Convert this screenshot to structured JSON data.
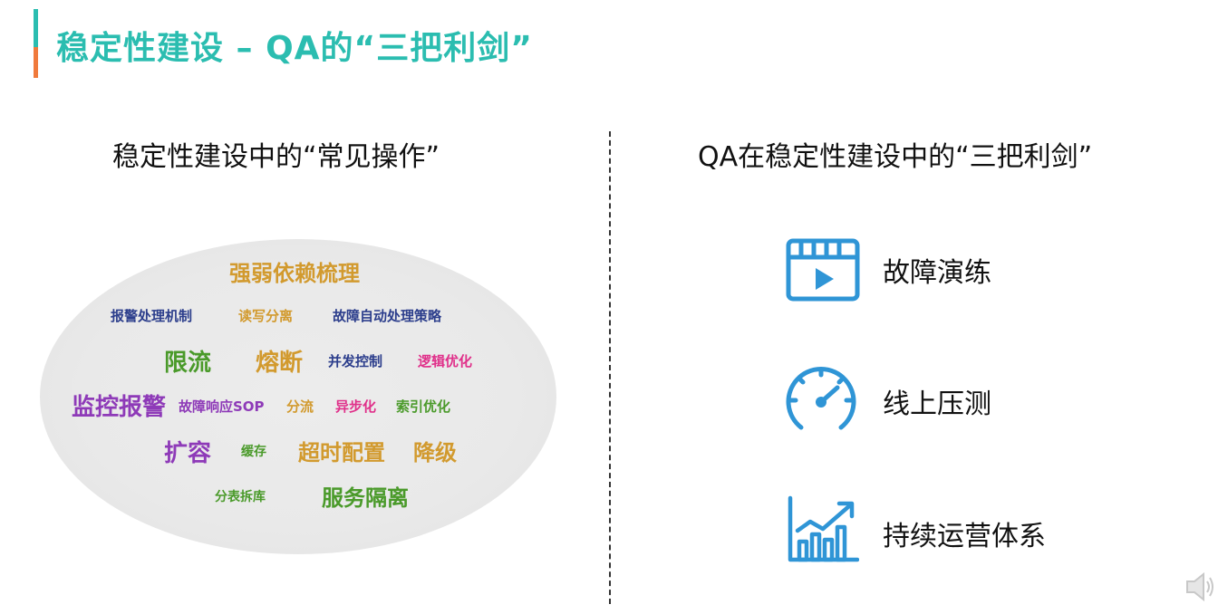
{
  "header": {
    "title": "稳定性建设 – QA的“三把利剑”"
  },
  "left": {
    "heading": "稳定性建设中的“常见操作”",
    "words": [
      {
        "text": "强弱依赖梳理",
        "color": "#d29a2e"
      },
      {
        "text": "报警处理机制",
        "color": "#2c3e8c"
      },
      {
        "text": "读写分离",
        "color": "#d29a2e"
      },
      {
        "text": "故障自动处理策略",
        "color": "#2c3e8c"
      },
      {
        "text": "限流",
        "color": "#4a9a2a"
      },
      {
        "text": "熔断",
        "color": "#d29a2e"
      },
      {
        "text": "并发控制",
        "color": "#2c3e8c"
      },
      {
        "text": "逻辑优化",
        "color": "#e0308a"
      },
      {
        "text": "监控报警",
        "color": "#8e3ab8"
      },
      {
        "text": "故障响应SOP",
        "color": "#8e3ab8"
      },
      {
        "text": "分流",
        "color": "#d29a2e"
      },
      {
        "text": "异步化",
        "color": "#e0308a"
      },
      {
        "text": "索引优化",
        "color": "#4a9a2a"
      },
      {
        "text": "扩容",
        "color": "#8e3ab8"
      },
      {
        "text": "缓存",
        "color": "#4a9a2a"
      },
      {
        "text": "超时配置",
        "color": "#d29a2e"
      },
      {
        "text": "降级",
        "color": "#d29a2e"
      },
      {
        "text": "分表拆库",
        "color": "#4a9a2a"
      },
      {
        "text": "服务隔离",
        "color": "#4a9a2a"
      }
    ]
  },
  "right": {
    "heading": "QA在稳定性建设中的“三把利剑”",
    "items": [
      {
        "label": "故障演练",
        "icon": "video-clapper-icon"
      },
      {
        "label": "线上压测",
        "icon": "speedometer-icon"
      },
      {
        "label": "持续运营体系",
        "icon": "growth-chart-icon"
      }
    ]
  },
  "colors": {
    "accent": "#2bbdb0",
    "accent_secondary": "#f07a3c",
    "icon": "#2f95d6"
  }
}
